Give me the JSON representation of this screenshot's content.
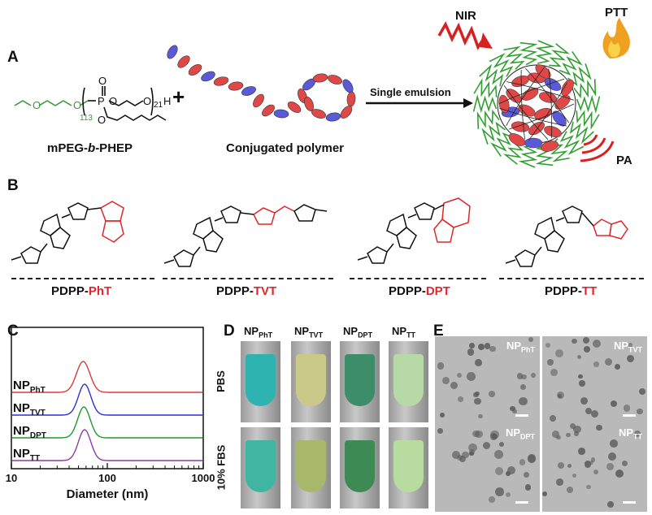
{
  "panels": {
    "a": "A",
    "b": "B",
    "c": "C",
    "d": "D",
    "e": "E"
  },
  "panel_a": {
    "polymer_label": "mPEG-b-PHEP",
    "polymer_label_prefix": "mPEG-",
    "polymer_label_b": "b",
    "polymer_label_suffix": "-PHEP",
    "conj_label": "Conjugated polymer",
    "plus": "+",
    "arrow_label": "Single emulsion",
    "nir": "NIR",
    "ptt": "PTT",
    "pa": "PA",
    "sub_113": "113",
    "sub_21": "21",
    "h": "H",
    "o": "O",
    "p": "P"
  },
  "panel_b": {
    "structures": [
      {
        "prefix": "PDPP-",
        "suffix": "PhT"
      },
      {
        "prefix": "PDPP-",
        "suffix": "TVT"
      },
      {
        "prefix": "PDPP-",
        "suffix": "DPT"
      },
      {
        "prefix": "PDPP-",
        "suffix": "TT"
      }
    ]
  },
  "chart_data": {
    "type": "line",
    "title": "",
    "xlabel": "Diameter (nm)",
    "ylabel": "",
    "xscale": "log",
    "xlim": [
      10,
      1000
    ],
    "x_ticks": [
      "10",
      "100",
      "1000"
    ],
    "series": [
      {
        "name": "NP",
        "sub": "PhT",
        "color": "#d93a3a",
        "peak": 56,
        "width": 0.07,
        "offset": 3
      },
      {
        "name": "NP",
        "sub": "TVT",
        "color": "#2b2fd6",
        "peak": 58,
        "width": 0.065,
        "offset": 2
      },
      {
        "name": "NP",
        "sub": "DPT",
        "color": "#1e9a2a",
        "peak": 57,
        "width": 0.065,
        "offset": 1
      },
      {
        "name": "NP",
        "sub": "TT",
        "color": "#8a3aa8",
        "peak": 58,
        "width": 0.065,
        "offset": 0
      }
    ]
  },
  "panel_d": {
    "headers": [
      {
        "name": "NP",
        "sub": "PhT"
      },
      {
        "name": "NP",
        "sub": "TVT"
      },
      {
        "name": "NP",
        "sub": "DPT"
      },
      {
        "name": "NP",
        "sub": "TT"
      }
    ],
    "rows": [
      "PBS",
      "10% FBS"
    ],
    "colors": {
      "pbs": [
        "#2fb3b0",
        "#c9c98a",
        "#3d8d6a",
        "#b7d9a8"
      ],
      "fbs": [
        "#3fb5a2",
        "#a7b86a",
        "#3e8a55",
        "#b8dba0"
      ]
    }
  },
  "panel_e": {
    "images": [
      {
        "name": "NP",
        "sub": "PhT"
      },
      {
        "name": "NP",
        "sub": "TVT"
      },
      {
        "name": "NP",
        "sub": "DPT"
      },
      {
        "name": "NP",
        "sub": "TT"
      }
    ]
  }
}
